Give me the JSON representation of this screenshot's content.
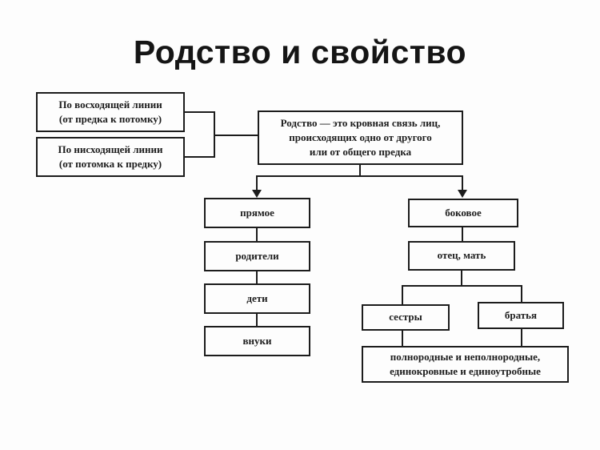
{
  "title": "Родство и свойство",
  "colors": {
    "ink": "#1c1c1c",
    "background": "#fdfdfd"
  },
  "boxes": {
    "ascending": {
      "lines": [
        "По восходящей линии",
        "(от предка к потомку)"
      ]
    },
    "descending": {
      "lines": [
        "По нисходящей линии",
        "(от потомка к предку)"
      ]
    },
    "definition": {
      "lines": [
        "Родство — это кровная связь лиц,",
        "происходящих одно от другого",
        "или от общего предка"
      ]
    },
    "pryamoe": {
      "label": "прямое"
    },
    "roditeli": {
      "label": "родители"
    },
    "deti": {
      "label": "дети"
    },
    "vnuki": {
      "label": "внуки"
    },
    "bokovoe": {
      "label": "боковое"
    },
    "otets_mat": {
      "label": "отец, мать"
    },
    "sestry": {
      "label": "сестры"
    },
    "bratya": {
      "label": "братья"
    },
    "siblings_types": {
      "lines": [
        "полнородные и неполнородные,",
        "единокровные и единоутробные"
      ]
    }
  }
}
